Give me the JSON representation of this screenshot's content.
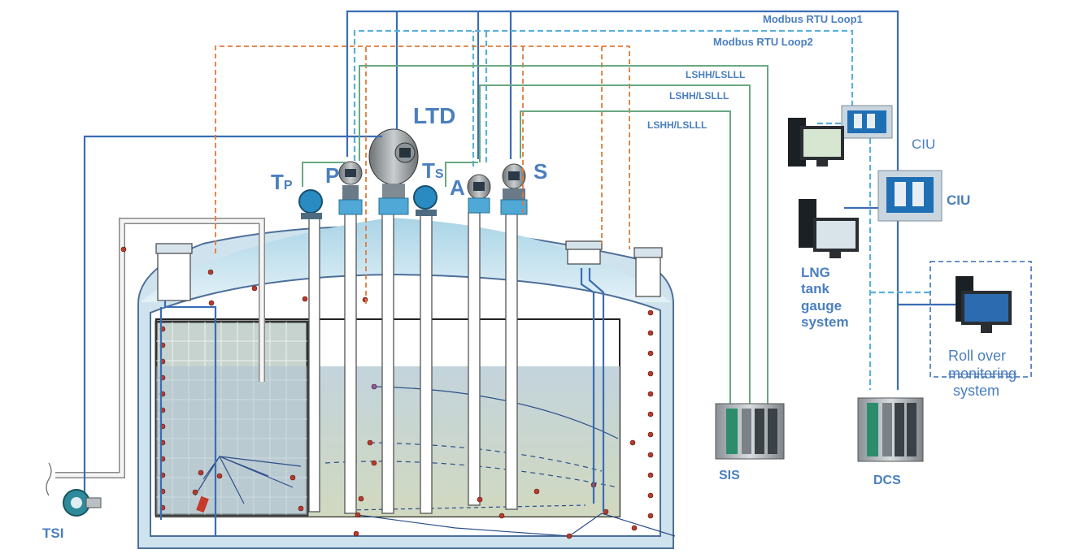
{
  "loops": {
    "loop1": "Modbus RTU Loop1",
    "loop2": "Modbus RTU Loop2",
    "lshh1": "LSHH/LSLLL",
    "lshh2": "LSHH/LSLLL",
    "lshh3": "LSHH/LSLLL"
  },
  "instruments": {
    "ltd": "LTD",
    "tp_main": "T",
    "tp_sub": "P",
    "p": "P",
    "ts_main": "T",
    "ts_sub": "S",
    "a": "A",
    "s": "S",
    "tsi": "TSI"
  },
  "systems": {
    "ciu_top": "CIU",
    "ciu_main": "CIU",
    "lng_line1": "LNG",
    "lng_line2": "tank",
    "lng_line3": "gauge",
    "lng_line4": "system",
    "roll_line1": "Roll over",
    "roll_line2": "monitoring",
    "roll_line3": "system",
    "sis": "SIS",
    "dcs": "DCS"
  },
  "colors": {
    "bus_solid": "#3a6db5",
    "bus_dashed": "#5ab0dc",
    "orange_dashed": "#e07a3a",
    "green_signal": "#6aa882",
    "label_blue": "#4a7fc0",
    "tank_shell": "#cfe3ee",
    "sensor_red": "#b83a2a"
  },
  "icons": [
    "gauge-icon",
    "transmitter-icon",
    "computer-icon",
    "ciu-panel-icon",
    "plc-cabinet-icon",
    "temperature-sensor-icon"
  ]
}
